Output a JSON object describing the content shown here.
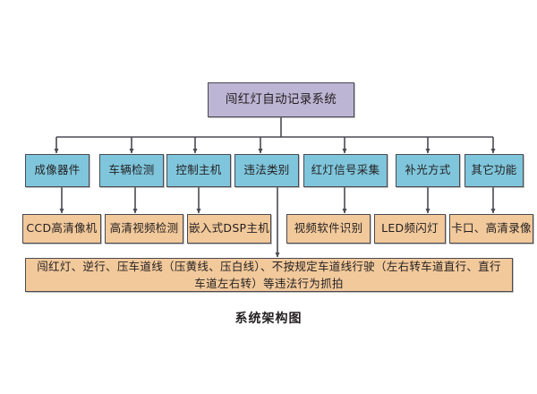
{
  "diagram": {
    "caption": "系统架构图",
    "colors": {
      "root_fill": "#bcb5d4",
      "level1_fill": "#7fc6dc",
      "level2_fill": "#f2c99b",
      "level3_fill": "#f2c99b",
      "stroke": "#4a4a52",
      "background": "#ffffff",
      "text": "#231f20"
    },
    "root": {
      "label": "闯红灯自动记录系统"
    },
    "level1": [
      {
        "label": "成像器件"
      },
      {
        "label": "车辆检测"
      },
      {
        "label": "控制主机"
      },
      {
        "label": "违法类别"
      },
      {
        "label": "红灯信号采集"
      },
      {
        "label": "补光方式"
      },
      {
        "label": "其它功能"
      }
    ],
    "level2": [
      {
        "label": "CCD高清像机"
      },
      {
        "label": "高清视频检测"
      },
      {
        "label": "嵌入式DSP主机"
      },
      {
        "label": "视频软件识别"
      },
      {
        "label": "LED频闪灯"
      },
      {
        "label": "卡口、高清录像"
      }
    ],
    "level3": {
      "label": "闯红灯、逆行、压车道线（压黄线、压白线）、不按规定车道线行驶（左右转车道直行、直行车道左右转）等违法行为抓拍"
    }
  }
}
